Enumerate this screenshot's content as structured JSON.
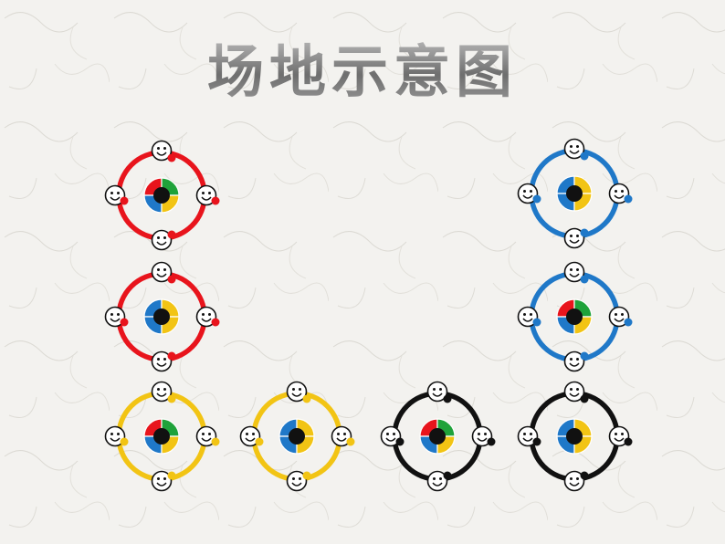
{
  "title": "场地示意图",
  "colors": {
    "red": "#e8141c",
    "blue": "#1f78c8",
    "yellow": "#f2c414",
    "black": "#111111",
    "green": "#1fa23a"
  },
  "stations": [
    {
      "ring": "red",
      "center": [
        "red",
        "green",
        "blue",
        "yellow"
      ]
    },
    {
      "ring": "red",
      "center": [
        "blue",
        "yellow",
        "blue",
        "yellow"
      ]
    },
    {
      "ring": "yellow",
      "center": [
        "red",
        "green",
        "blue",
        "yellow"
      ]
    },
    {
      "ring": "yellow",
      "center": [
        "blue",
        "yellow",
        "blue",
        "yellow"
      ]
    },
    {
      "ring": "black",
      "center": [
        "red",
        "green",
        "blue",
        "yellow"
      ]
    },
    {
      "ring": "black",
      "center": [
        "blue",
        "yellow",
        "blue",
        "yellow"
      ]
    },
    {
      "ring": "blue",
      "center": [
        "blue",
        "yellow",
        "blue",
        "yellow"
      ]
    },
    {
      "ring": "blue",
      "center": [
        "red",
        "green",
        "blue",
        "yellow"
      ]
    }
  ]
}
